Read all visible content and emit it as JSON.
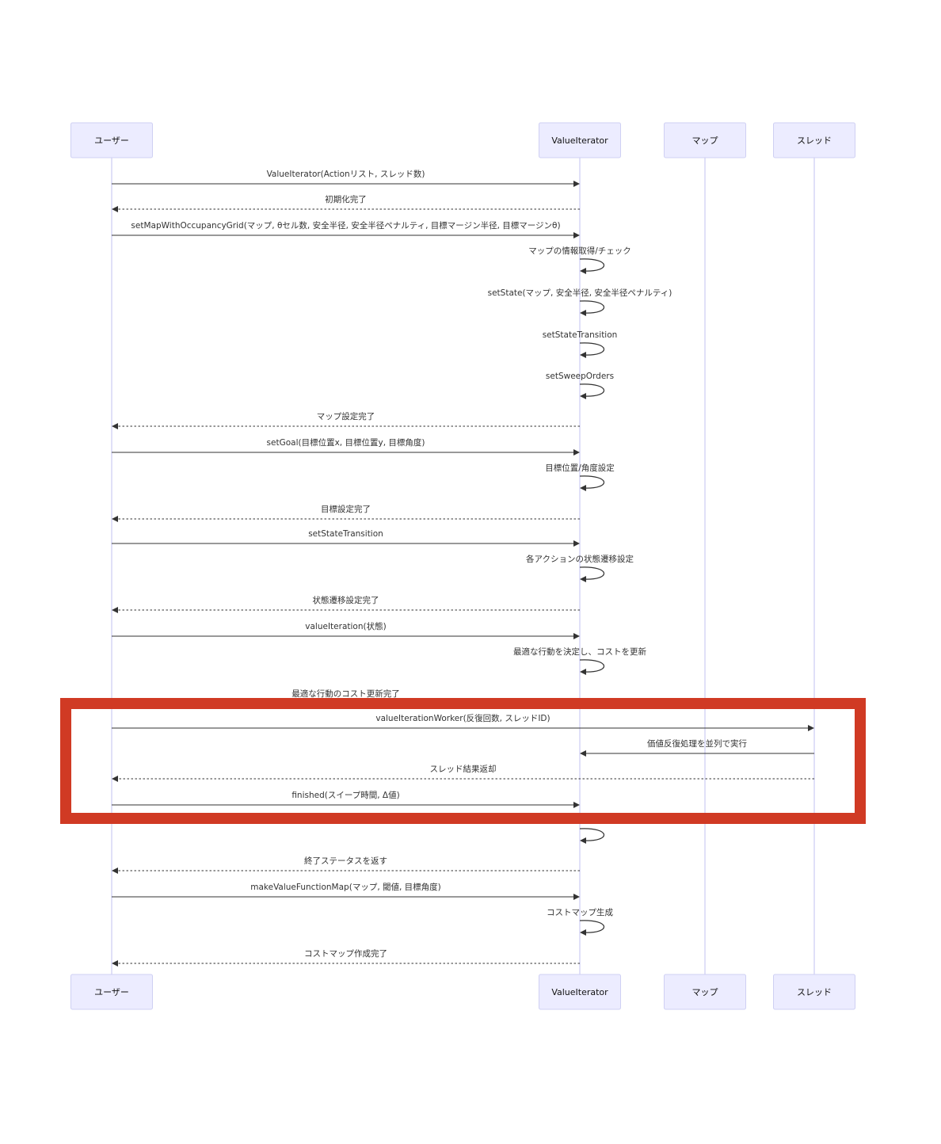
{
  "participants": [
    {
      "id": "user",
      "label": "ユーザー"
    },
    {
      "id": "vi",
      "label": "ValueIterator"
    },
    {
      "id": "map",
      "label": "マップ"
    },
    {
      "id": "thread",
      "label": "スレッド"
    }
  ],
  "messages": [
    {
      "from": "user",
      "to": "vi",
      "label": "ValueIterator(Actionリスト, スレッド数)",
      "style": "solid"
    },
    {
      "from": "vi",
      "to": "user",
      "label": "初期化完了",
      "style": "dashed"
    },
    {
      "from": "user",
      "to": "vi",
      "label": "setMapWithOccupancyGrid(マップ, θセル数, 安全半径, 安全半径ペナルティ, 目標マージン半径, 目標マージンθ)",
      "style": "solid"
    },
    {
      "from": "vi",
      "to": "vi",
      "label": "マップの情報取得/チェック",
      "style": "self"
    },
    {
      "from": "vi",
      "to": "vi",
      "label": "setState(マップ, 安全半径, 安全半径ペナルティ)",
      "style": "self"
    },
    {
      "from": "vi",
      "to": "vi",
      "label": "setStateTransition",
      "style": "self"
    },
    {
      "from": "vi",
      "to": "vi",
      "label": "setSweepOrders",
      "style": "self"
    },
    {
      "from": "vi",
      "to": "user",
      "label": "マップ設定完了",
      "style": "dashed"
    },
    {
      "from": "user",
      "to": "vi",
      "label": "setGoal(目標位置x, 目標位置y, 目標角度)",
      "style": "solid"
    },
    {
      "from": "vi",
      "to": "vi",
      "label": "目標位置/角度設定",
      "style": "self"
    },
    {
      "from": "vi",
      "to": "user",
      "label": "目標設定完了",
      "style": "dashed"
    },
    {
      "from": "user",
      "to": "vi",
      "label": "setStateTransition",
      "style": "solid"
    },
    {
      "from": "vi",
      "to": "vi",
      "label": "各アクションの状態遷移設定",
      "style": "self"
    },
    {
      "from": "vi",
      "to": "user",
      "label": "状態遷移設定完了",
      "style": "dashed"
    },
    {
      "from": "user",
      "to": "vi",
      "label": "valueIteration(状態)",
      "style": "solid"
    },
    {
      "from": "vi",
      "to": "vi",
      "label": "最適な行動を決定し、コストを更新",
      "style": "self"
    },
    {
      "from": "vi",
      "to": "user",
      "label": "最適な行動のコスト更新完了",
      "style": "dashed"
    },
    {
      "from": "user",
      "to": "thread",
      "label": "valueIterationWorker(反復回数, スレッドID)",
      "style": "solid"
    },
    {
      "from": "thread",
      "to": "vi",
      "label": "価値反復処理を並列で実行",
      "style": "solid"
    },
    {
      "from": "thread",
      "to": "user",
      "label": "スレッド結果返却",
      "style": "dashed"
    },
    {
      "from": "user",
      "to": "vi",
      "label": "finished(スイープ時間, Δ値)",
      "style": "solid"
    },
    {
      "from": "vi",
      "to": "vi",
      "label": "",
      "style": "self"
    },
    {
      "from": "vi",
      "to": "user",
      "label": "終了ステータスを返す",
      "style": "dashed"
    },
    {
      "from": "user",
      "to": "vi",
      "label": "makeValueFunctionMap(マップ, 閾値, 目標角度)",
      "style": "solid"
    },
    {
      "from": "vi",
      "to": "vi",
      "label": "コストマップ生成",
      "style": "self"
    },
    {
      "from": "vi",
      "to": "user",
      "label": "コストマップ作成完了",
      "style": "dashed"
    }
  ],
  "colors": {
    "actor_fill": "#ececff",
    "actor_border": "#cfd0f3",
    "lifeline": "#cfd0f3",
    "line": "#333333",
    "highlight": "#d03a24"
  }
}
